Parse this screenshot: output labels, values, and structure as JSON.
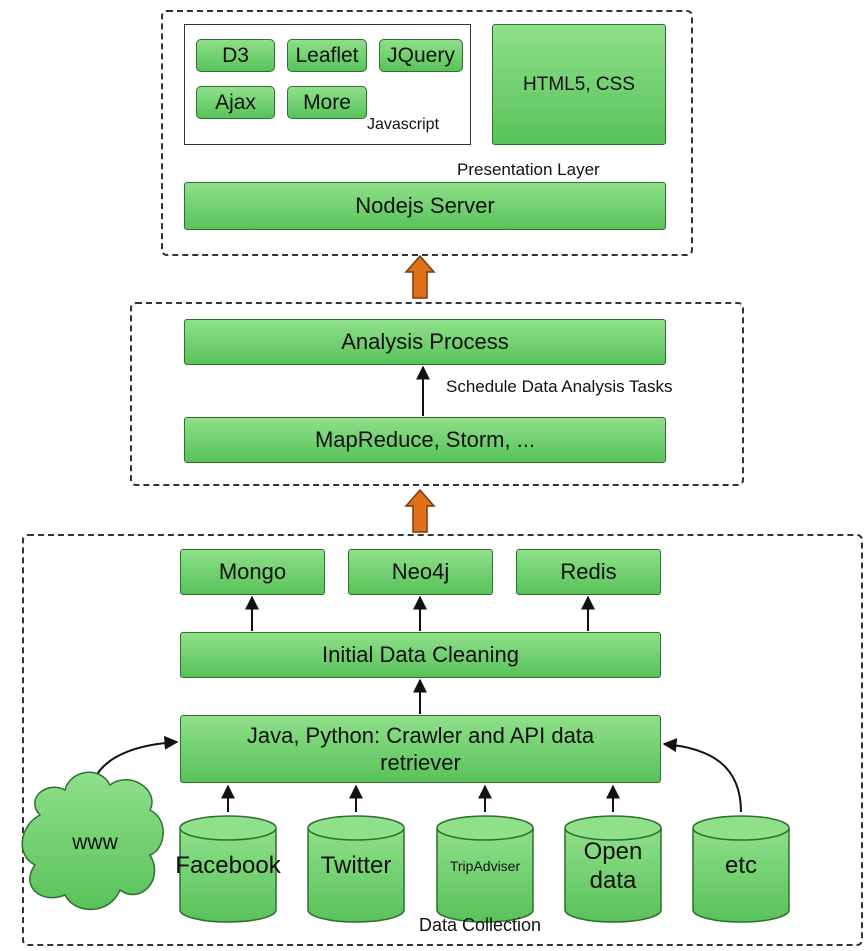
{
  "presentation": {
    "js_libs": [
      "D3",
      "Leaflet",
      "JQuery",
      "Ajax",
      "More"
    ],
    "js_label": "Javascript",
    "html_css": "HTML5, CSS",
    "layer_label": "Presentation Layer",
    "server": "Nodejs Server"
  },
  "analysis": {
    "process": "Analysis Process",
    "schedule_label": "Schedule Data Analysis Tasks",
    "engines": "MapReduce, Storm, ..."
  },
  "collection": {
    "stores": [
      "Mongo",
      "Neo4j",
      "Redis"
    ],
    "cleaning": "Initial Data Cleaning",
    "crawler_line1": "Java, Python: Crawler and API data",
    "crawler_line2": "retriever",
    "www": "www",
    "sources": [
      "Facebook",
      "Twitter",
      "TripAdviser",
      "Open data",
      "etc"
    ],
    "layer_label": "Data Collection"
  },
  "colors": {
    "box_fill": "#6fd06c",
    "box_stroke": "#2f6f2f",
    "layer_arrow": "#e0701a"
  }
}
